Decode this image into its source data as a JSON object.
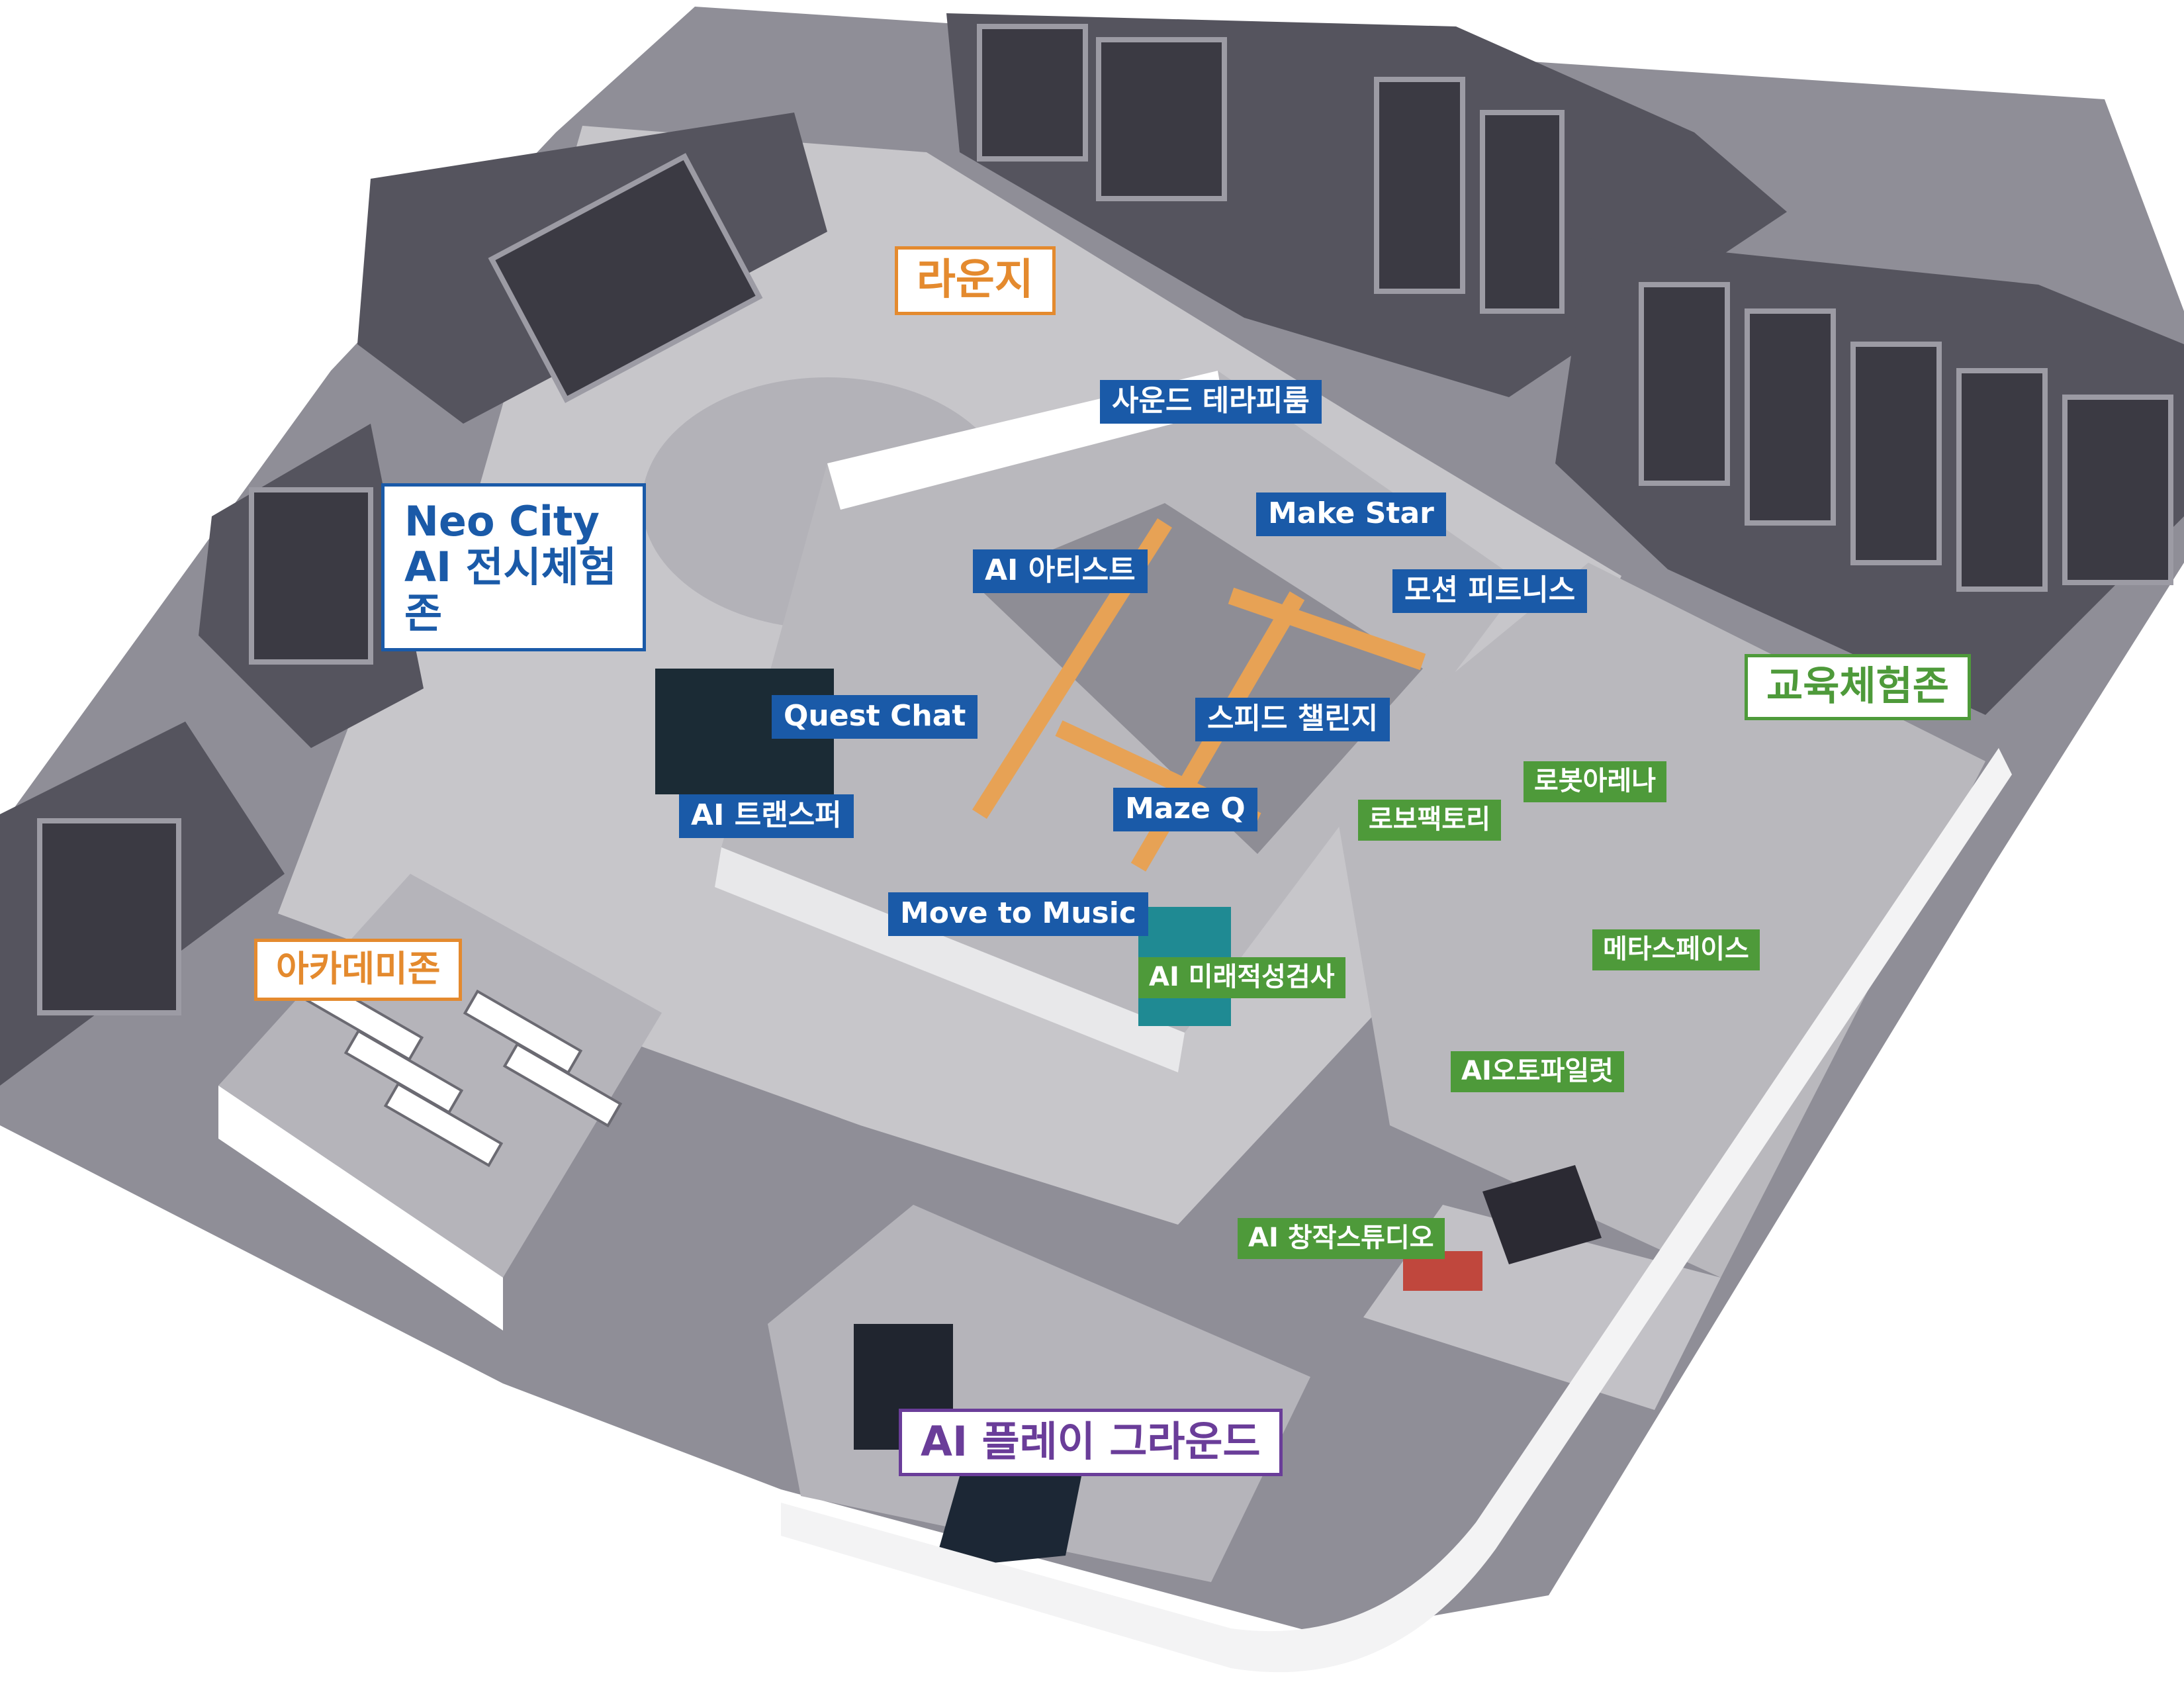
{
  "zones": {
    "lounge": "라운지",
    "neo_city": "Neo City\nAI 전시체험존",
    "academy": "아카데미존",
    "education": "교육체험존",
    "playground": "AI 플레이 그라운드"
  },
  "exhibits": {
    "sound_therapy": "사운드 테라피룸",
    "make_star": "Make Star",
    "ai_artist": "AI 아티스트",
    "motion_fitness": "모션 피트니스",
    "quest_chat": "Quest Chat",
    "speed_challenge": "스피드 챌린지",
    "ai_transfer": "AI 트랜스퍼",
    "maze_q": "Maze Q",
    "move_to_music": "Move to Music"
  },
  "education_rooms": {
    "robot_arena": "로봇아레나",
    "robot_factory": "로보팩토리",
    "metaspace": "메타스페이스",
    "ai_aptitude": "AI 미래적성검사",
    "ai_autopilot": "AI오토파일럿",
    "ai_creative_studio": "AI 창작스튜디오"
  },
  "colors": {
    "lounge_zone": "#e48a2e",
    "neo_city_zone": "#1a5aa8",
    "academy_zone": "#e48a2e",
    "education_zone": "#4e9a3a",
    "playground_zone": "#6a3d99",
    "exhibit_tag": "#1a5aa8",
    "education_tag": "#4e9a3a"
  }
}
